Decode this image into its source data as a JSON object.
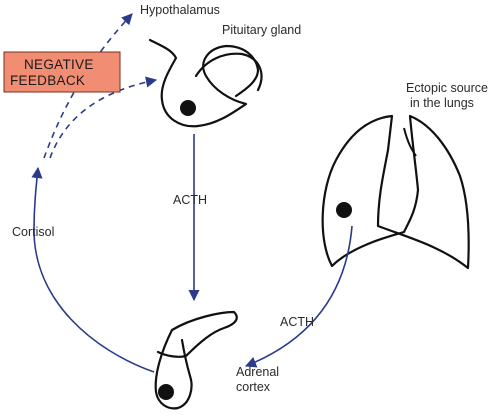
{
  "colors": {
    "line": "#2b3a8a",
    "outline": "#111111",
    "feedback_box_fill": "#f08d72",
    "feedback_box_stroke": "#7a2e1e"
  },
  "labels": {
    "hypothalamus": "Hypothalamus",
    "pituitary": "Pituitary gland",
    "negative_feedback_line1": "NEGATIVE",
    "negative_feedback_line2": "FEEDBACK",
    "acth_center": "ACTH",
    "cortisol": "Cortisol",
    "ectopic_line1": "Ectopic source",
    "ectopic_line2": "in the lungs",
    "acth_right": "ACTH",
    "adrenal_line1": "Adrenal",
    "adrenal_line2": "cortex"
  }
}
